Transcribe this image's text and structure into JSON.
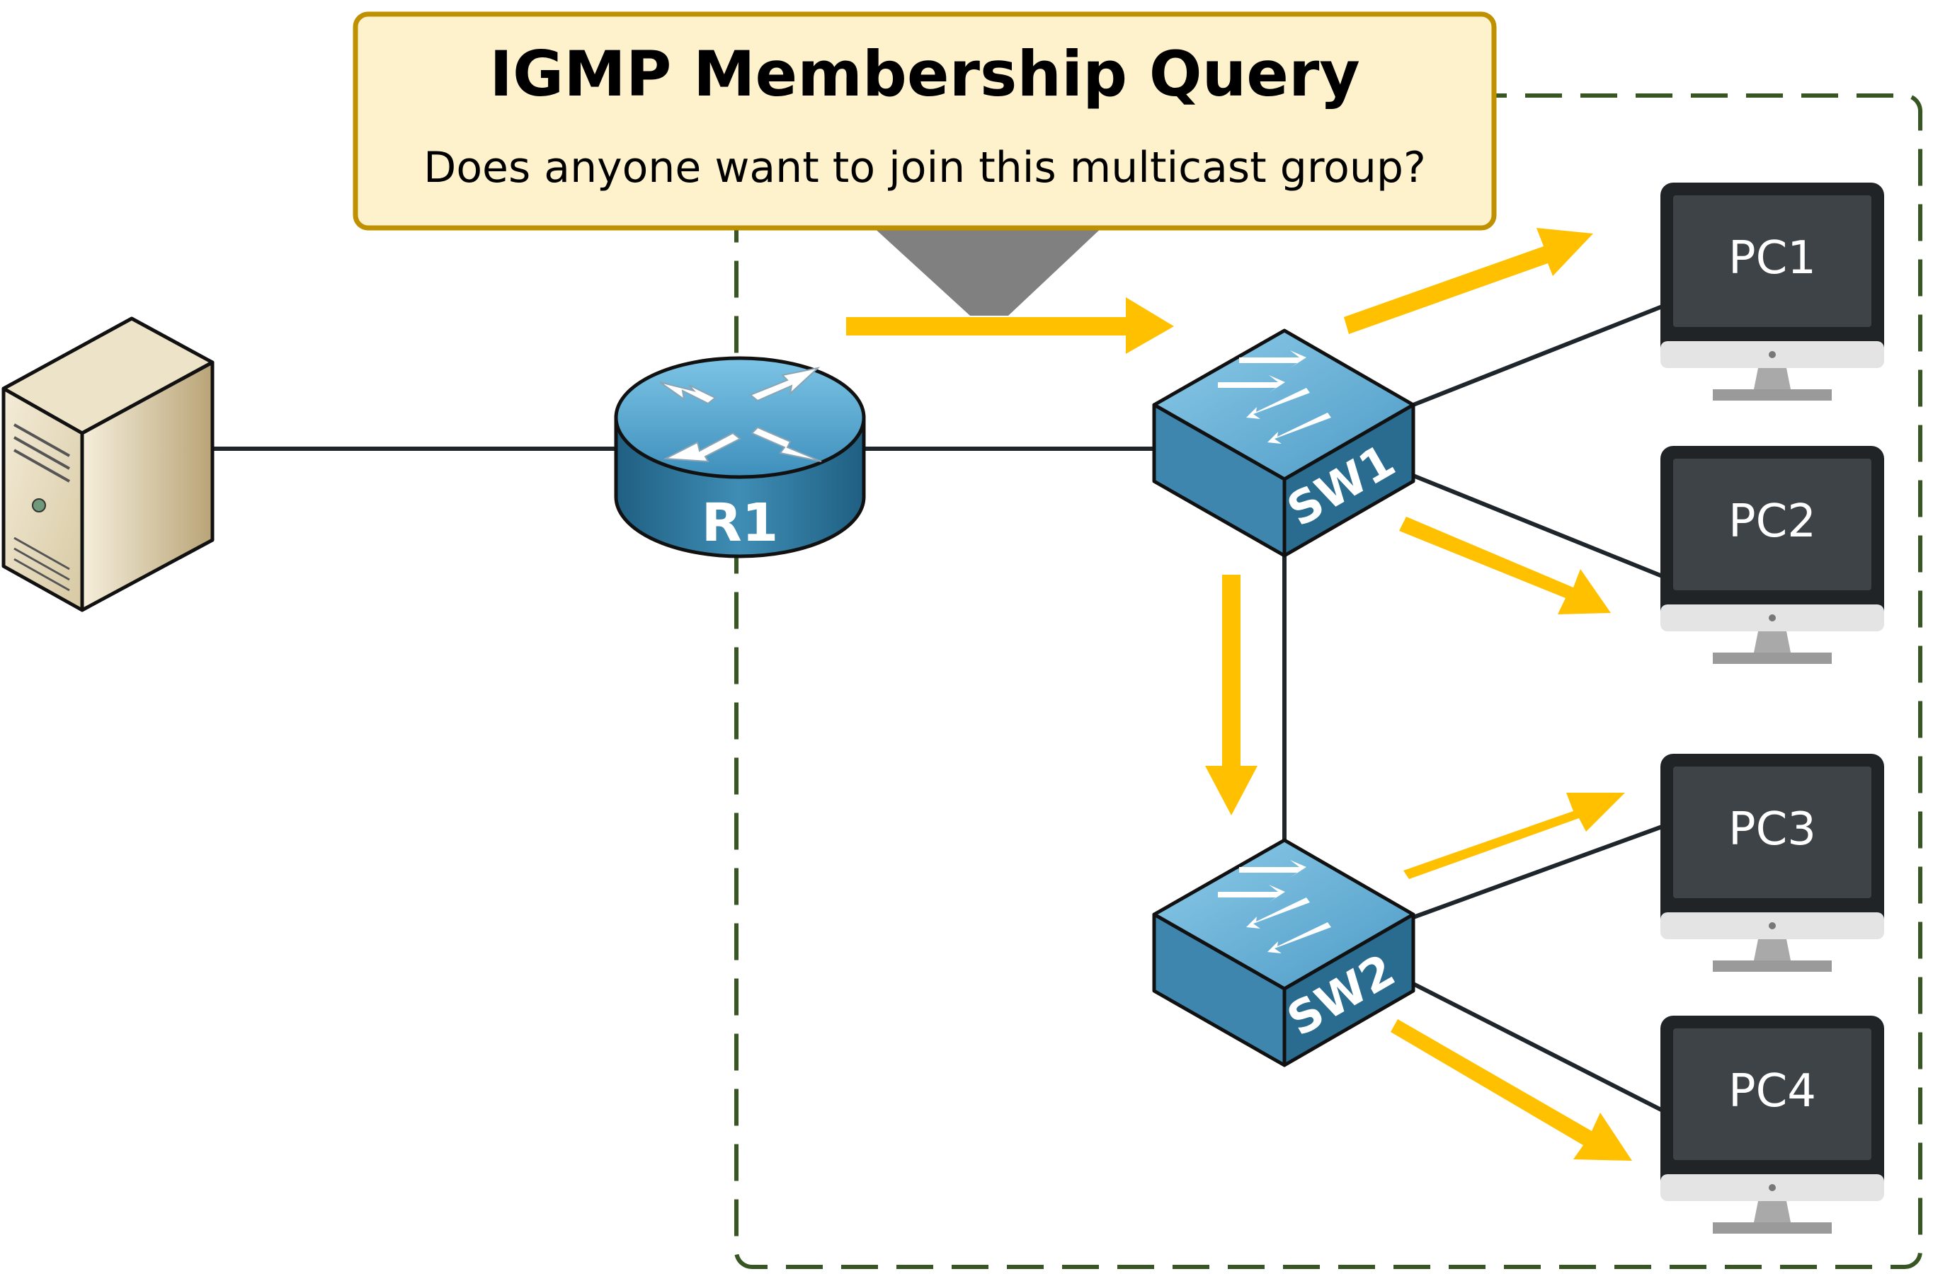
{
  "callout": {
    "title": "IGMP Membership Query",
    "subtitle": "Does anyone want to join this multicast group?"
  },
  "devices": {
    "server": {
      "label": ""
    },
    "router": {
      "label": "R1"
    },
    "switches": [
      {
        "id": "sw1",
        "label": "SW1"
      },
      {
        "id": "sw2",
        "label": "SW2"
      }
    ],
    "pcs": [
      {
        "id": "pc1",
        "label": "PC1"
      },
      {
        "id": "pc2",
        "label": "PC2"
      },
      {
        "id": "pc3",
        "label": "PC3"
      },
      {
        "id": "pc4",
        "label": "PC4"
      }
    ]
  },
  "colors": {
    "arrow": "#ffc000",
    "callout_fill": "#fdf2cc",
    "callout_border": "#bf9000",
    "dashed_border": "#375623",
    "link": "#1f262b",
    "device_blue": "#4a9fc8",
    "pc_screen": "#3d4347",
    "pc_frame": "#202426"
  }
}
